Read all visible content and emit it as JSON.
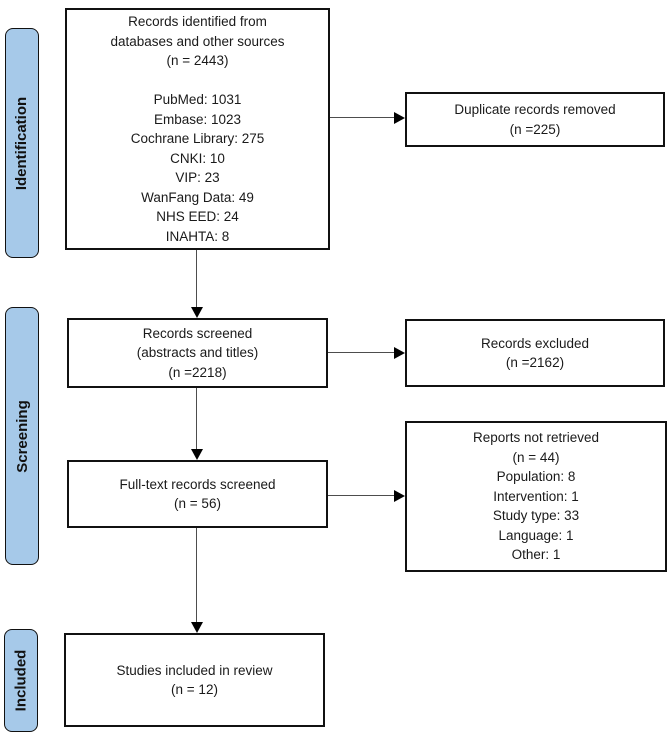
{
  "colors": {
    "sidebar_fill": "#a6c9e9",
    "box_border": "#111111",
    "arrow_line": "#4d4d4d",
    "arrow_head": "#000000",
    "background": "#ffffff"
  },
  "sidebar": {
    "identification": {
      "label": "Identification"
    },
    "screening": {
      "label": "Screening"
    },
    "included": {
      "label": "Included"
    }
  },
  "boxes": {
    "identified": {
      "title_lines": [
        "Records identified from",
        "databases and other sources",
        "(n = 2443)"
      ],
      "sources": [
        "PubMed: 1031",
        "Embase: 1023",
        "Cochrane Library: 275",
        "CNKI: 10",
        "VIP: 23",
        "WanFang Data: 49",
        "NHS EED: 24",
        "INAHTA: 8"
      ]
    },
    "duplicates_removed": {
      "lines": [
        "Duplicate records removed",
        "(n =225)"
      ]
    },
    "records_screened": {
      "lines": [
        "Records screened",
        "(abstracts and titles)",
        "(n =2218)"
      ]
    },
    "records_excluded": {
      "lines": [
        "Records excluded",
        "(n =2162)"
      ]
    },
    "fulltext_screened": {
      "lines": [
        "Full-text records screened",
        "(n = 56)"
      ]
    },
    "reports_not_retrieved": {
      "lines": [
        "Reports not retrieved",
        "(n = 44)",
        "Population: 8",
        "Intervention: 1",
        "Study type: 33",
        "Language: 1",
        "Other: 1"
      ]
    },
    "studies_included": {
      "lines": [
        "Studies included in review",
        "(n = 12)"
      ]
    }
  }
}
